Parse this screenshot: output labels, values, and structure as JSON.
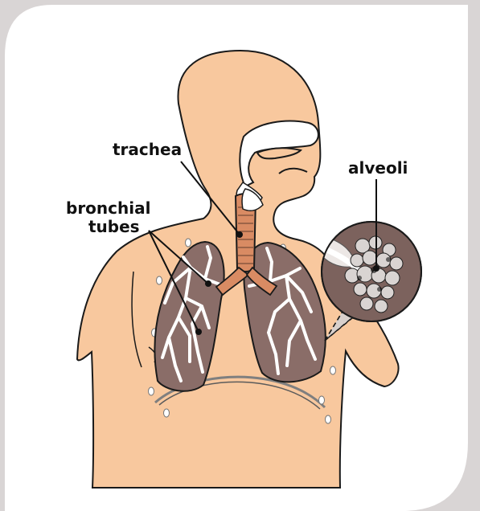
{
  "labels": {
    "trachea": "trachea",
    "alveoli": "alveoli",
    "bronchial_line1": "bronchial",
    "bronchial_line2": "tubes"
  },
  "colors": {
    "background": "#d9d5d5",
    "card": "#ffffff",
    "skin": "#f8c89e",
    "lung": "#8a6d68",
    "trachea": "#d98b63",
    "outline": "#1a1a1a",
    "alveoli_circle": "#7c625d"
  }
}
